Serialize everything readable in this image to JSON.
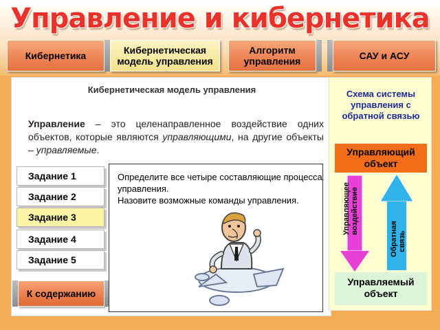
{
  "header": {
    "title": "Управление и кибернетика"
  },
  "tabs": [
    {
      "label": "Кибернетика",
      "active": false
    },
    {
      "label": "Кибернетическая модель управления",
      "active": true
    },
    {
      "label": "Алгоритм управления",
      "active": false
    },
    {
      "label": "САУ и АСУ",
      "active": false
    }
  ],
  "panel": {
    "title": "Кибернетическая модель управления",
    "definition": {
      "term": "Управление",
      "text_before": " – это целенаправленное воздействие одних объектов, которые являются ",
      "italic1": "управляющими",
      "text_middle": ", на другие объекты – ",
      "italic2": "управляемые",
      "text_after": "."
    },
    "tasks": [
      {
        "label": "Задание 1",
        "active": false
      },
      {
        "label": "Задание 2",
        "active": false
      },
      {
        "label": "Задание 3",
        "active": true
      },
      {
        "label": "Задание 4",
        "active": false
      },
      {
        "label": "Задание 5",
        "active": false
      }
    ],
    "back_label": "К содержанию",
    "question": {
      "line1": "Определите все четыре составляющие процесса управления.",
      "line2": "Назовите возможные команды управления."
    }
  },
  "schema": {
    "title": "Схема системы управления с обратной связью",
    "top_object": "Управляющий объект",
    "bottom_object": "Управляемый объект",
    "down_arrow_label": "Управляющее воздействие",
    "up_arrow_label": "Обратная связь"
  },
  "colors": {
    "title": "#e8322a",
    "tab": "#f0885a",
    "tab_active": "#f3e28b",
    "task_active": "#fbf4a4",
    "top_object": "#f36d18",
    "bottom_object": "#dcf5d8",
    "down_arrow": "#e640d6",
    "up_arrow": "#30b3ea",
    "schema_bg": "#fefed0"
  }
}
